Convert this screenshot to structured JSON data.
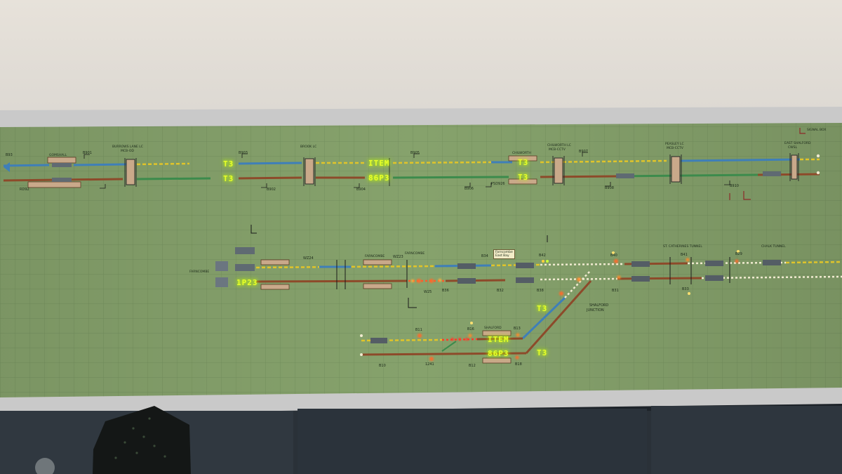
{
  "panel": {
    "header_labels": {
      "top_left": "GOMSHALL",
      "east_shalford_wall": "EAST SHALFORD",
      "top_right_box": "SIGNAL BOX"
    },
    "level_crossings": [
      {
        "name": "BURROWS LANE LC",
        "code": "MCB-OD"
      },
      {
        "name": "BROOK LC",
        "code": ""
      },
      {
        "name": "CHILWORTH LC",
        "code": "MCB-CCTV"
      },
      {
        "name": "PEASLEY LC",
        "code": "MCB-CCTV"
      },
      {
        "name": "EAST SHALFORD",
        "code": "CWSL"
      }
    ],
    "stations": [
      "GOMSHALL",
      "CHILWORTH",
      "FARNCOMBE",
      "SHALFORD",
      "CHALK TUNNEL",
      "ST. CATHERINES TUNNEL"
    ],
    "junction_label": [
      "SHALFORD",
      "JUNCTION"
    ],
    "note_text": [
      "Farncombe",
      "East Bay"
    ],
    "berths": {
      "top_up_1": "T3",
      "top_up_2": "ITEM",
      "top_up_3": "T3",
      "top_down_1": "T3",
      "top_down_2": "86P3",
      "top_down_3": "T3",
      "farncombe_platform": "1P23",
      "shalford_t3_mid": "T3",
      "shalford_up": "ITEM",
      "shalford_down": "86P3",
      "shalford_t3_low": "T3"
    },
    "signals_top": [
      "B93",
      "B901",
      "B903",
      "B905",
      "B907",
      "RD92",
      "B902",
      "B904",
      "B906",
      "B908",
      "B910",
      "PSD926"
    ],
    "signals_mid": [
      "WZ24",
      "WZ23",
      "B34",
      "B32",
      "B38",
      "B36",
      "B40",
      "B42",
      "B41",
      "B29",
      "B31",
      "B33",
      "W25"
    ],
    "signals_low": [
      "B11",
      "B16",
      "B13",
      "B10",
      "B12",
      "B18",
      "1241"
    ],
    "colors": {
      "panel_green": "#86a26c",
      "grid_line": "#6f8c5a",
      "up_line": "#e0c42a",
      "down_line": "#8d4a2a",
      "track_blue": "#3f7fb8",
      "track_green": "#3c8b4c",
      "berth_led": "#e8ff2a",
      "route_set": "#f0ead0",
      "occupied_red": "#ff3b2a",
      "wall": "#d8d5d0",
      "frame": "#c8c8c8"
    }
  }
}
